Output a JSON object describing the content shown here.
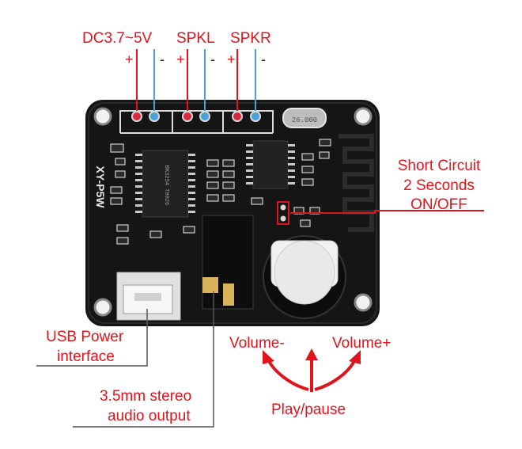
{
  "labels": {
    "dc_power": "DC3.7~5V",
    "spkl": "SPKL",
    "spkr": "SPKR",
    "plus": "+",
    "minus": "-",
    "short_circuit_1": "Short Circuit",
    "short_circuit_2": "2 Seconds",
    "short_circuit_3": "ON/OFF",
    "usb_1": "USB Power",
    "usb_2": "interface",
    "audio_1": "3.5mm stereo",
    "audio_2": "audio output",
    "volume_minus": "Volume-",
    "volume_plus": "Volume+",
    "play_pause": "Play/pause",
    "board_silk": "XY-P5W",
    "crystal_mark": "26.000"
  },
  "colors": {
    "accent_red": "#e0141c",
    "pcb_black": "#141414",
    "pin_blue": "#4aa3d8",
    "pin_red": "#d8283a"
  }
}
